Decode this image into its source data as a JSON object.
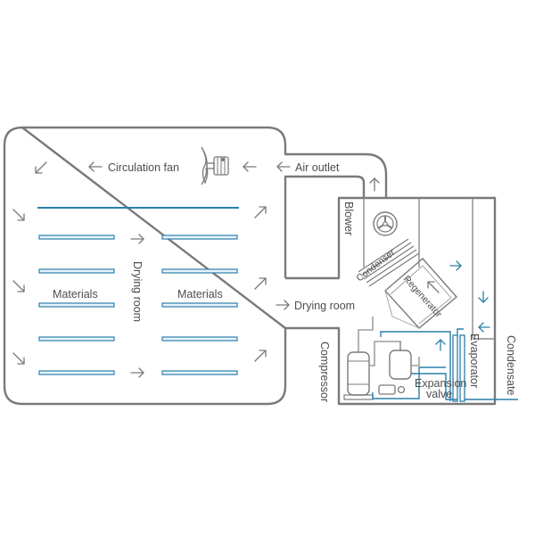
{
  "labels": {
    "circulation_fan": "Circulation fan",
    "air_outlet": "Air outlet",
    "blower": "Blower",
    "drying_room_vertical": "Drying room",
    "drying_room_arrow": "Drying room",
    "materials_left": "Materials",
    "materials_right": "Materials",
    "condenser": "Condenser",
    "regenerator": "Regenerator",
    "compressor": "Compressor",
    "evaporator": "Evaporator",
    "condensate": "Condensate",
    "expansion_line1": "Expansion",
    "expansion_line2": "valve"
  },
  "colors": {
    "wall": "#7a7a7a",
    "accent_blue": "#2a7faa",
    "shelf_fill": "#e8f4fb",
    "text": "#4d4d4d"
  }
}
